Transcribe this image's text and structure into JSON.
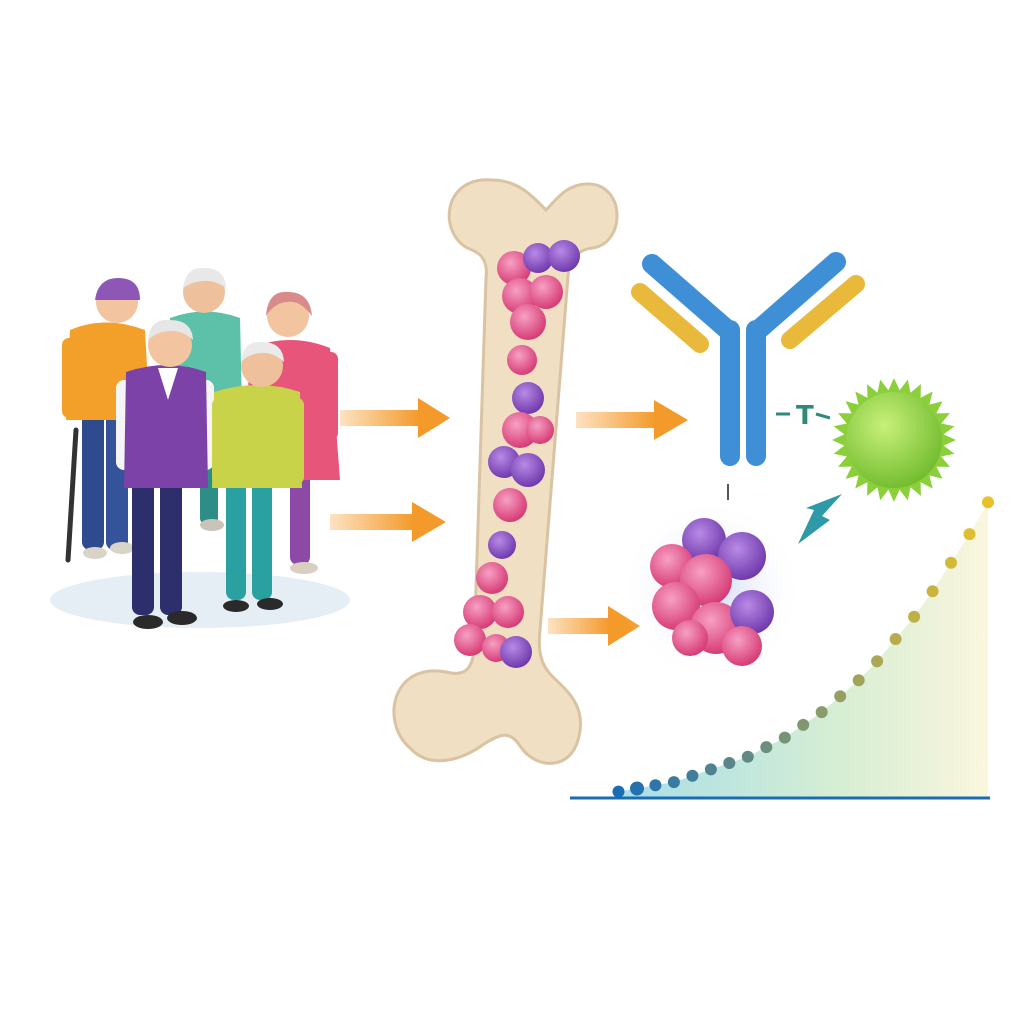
{
  "diagram": {
    "tcell_label": "T",
    "colors": {
      "background": "#ffffff",
      "bone": "#f1dfc4",
      "bone_outline": "#d9c3a2",
      "plasma_pink": "#e24b86",
      "plasma_purple": "#8a4fc0",
      "arrow_orange": "#f39a2a",
      "antibody_blue": "#3f8fd6",
      "antibody_gold": "#e8b93a",
      "tcell_green": "#8bcf3a",
      "label_teal": "#2e8b7a",
      "curve_start": "#1a6db5",
      "curve_end": "#e8c12a"
    },
    "icons": [
      "elderly-patients-group",
      "bone-marrow-with-myeloma-cells",
      "antibody-icon",
      "t-cell-icon",
      "myeloma-cell-cluster",
      "growth-curve"
    ]
  },
  "chart_data": {
    "type": "scatter",
    "title": "",
    "xlabel": "",
    "ylabel": "",
    "x": [
      1,
      2,
      3,
      4,
      5,
      6,
      7,
      8,
      9,
      10,
      11,
      12,
      13,
      14,
      15,
      16,
      17,
      18,
      19,
      20,
      21
    ],
    "values": [
      0.02,
      0.03,
      0.04,
      0.05,
      0.07,
      0.09,
      0.11,
      0.13,
      0.16,
      0.19,
      0.23,
      0.27,
      0.32,
      0.37,
      0.43,
      0.5,
      0.57,
      0.65,
      0.74,
      0.83,
      0.93
    ],
    "xlim": [
      0,
      21
    ],
    "ylim": [
      0,
      1
    ],
    "grid": false,
    "legend": "none"
  }
}
